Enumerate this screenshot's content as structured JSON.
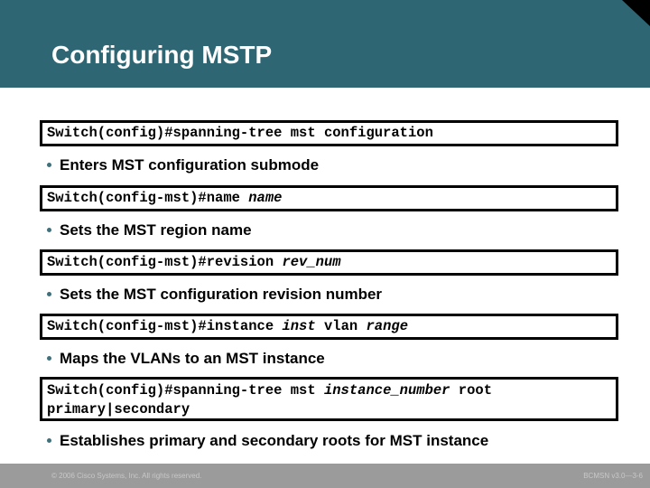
{
  "title": "Configuring MSTP",
  "sections": [
    {
      "command": [
        {
          "text": "Switch(config)#spanning-tree mst configuration"
        }
      ],
      "bullet": "Enters MST configuration submode"
    },
    {
      "command": [
        {
          "text": "Switch(config-mst)#name "
        },
        {
          "text": "name",
          "italic": true
        }
      ],
      "bullet": "Sets the MST region name"
    },
    {
      "command": [
        {
          "text": "Switch(config-mst)#revision "
        },
        {
          "text": "rev_num",
          "italic": true
        }
      ],
      "bullet": "Sets the MST configuration revision number"
    },
    {
      "command": [
        {
          "text": "Switch(config-mst)#instance "
        },
        {
          "text": "inst",
          "italic": true
        },
        {
          "text": " vlan "
        },
        {
          "text": "range",
          "italic": true
        }
      ],
      "bullet": "Maps the VLANs to an MST instance"
    },
    {
      "command": [
        {
          "text": "Switch(config)#spanning-tree mst "
        },
        {
          "text": "instance_number",
          "italic": true
        },
        {
          "text": " root\nprimary|secondary"
        }
      ],
      "bullet": "Establishes primary and secondary roots for MST instance"
    }
  ],
  "footer": {
    "copyright": "© 2006 Cisco Systems, Inc. All rights reserved.",
    "slide_id": "BCMSN v3.0—3-6"
  },
  "colors": {
    "header_teal": "#2E6673",
    "corner_black": "#000000",
    "bullet_dot_teal": "#40707B",
    "footer_gray": "#9B9B9B",
    "footer_text": "#C8C8C8",
    "body_background": "#FFFFFF",
    "command_text": "#000000",
    "bullet_text": "#000000",
    "title_text": "#FFFFFF"
  }
}
